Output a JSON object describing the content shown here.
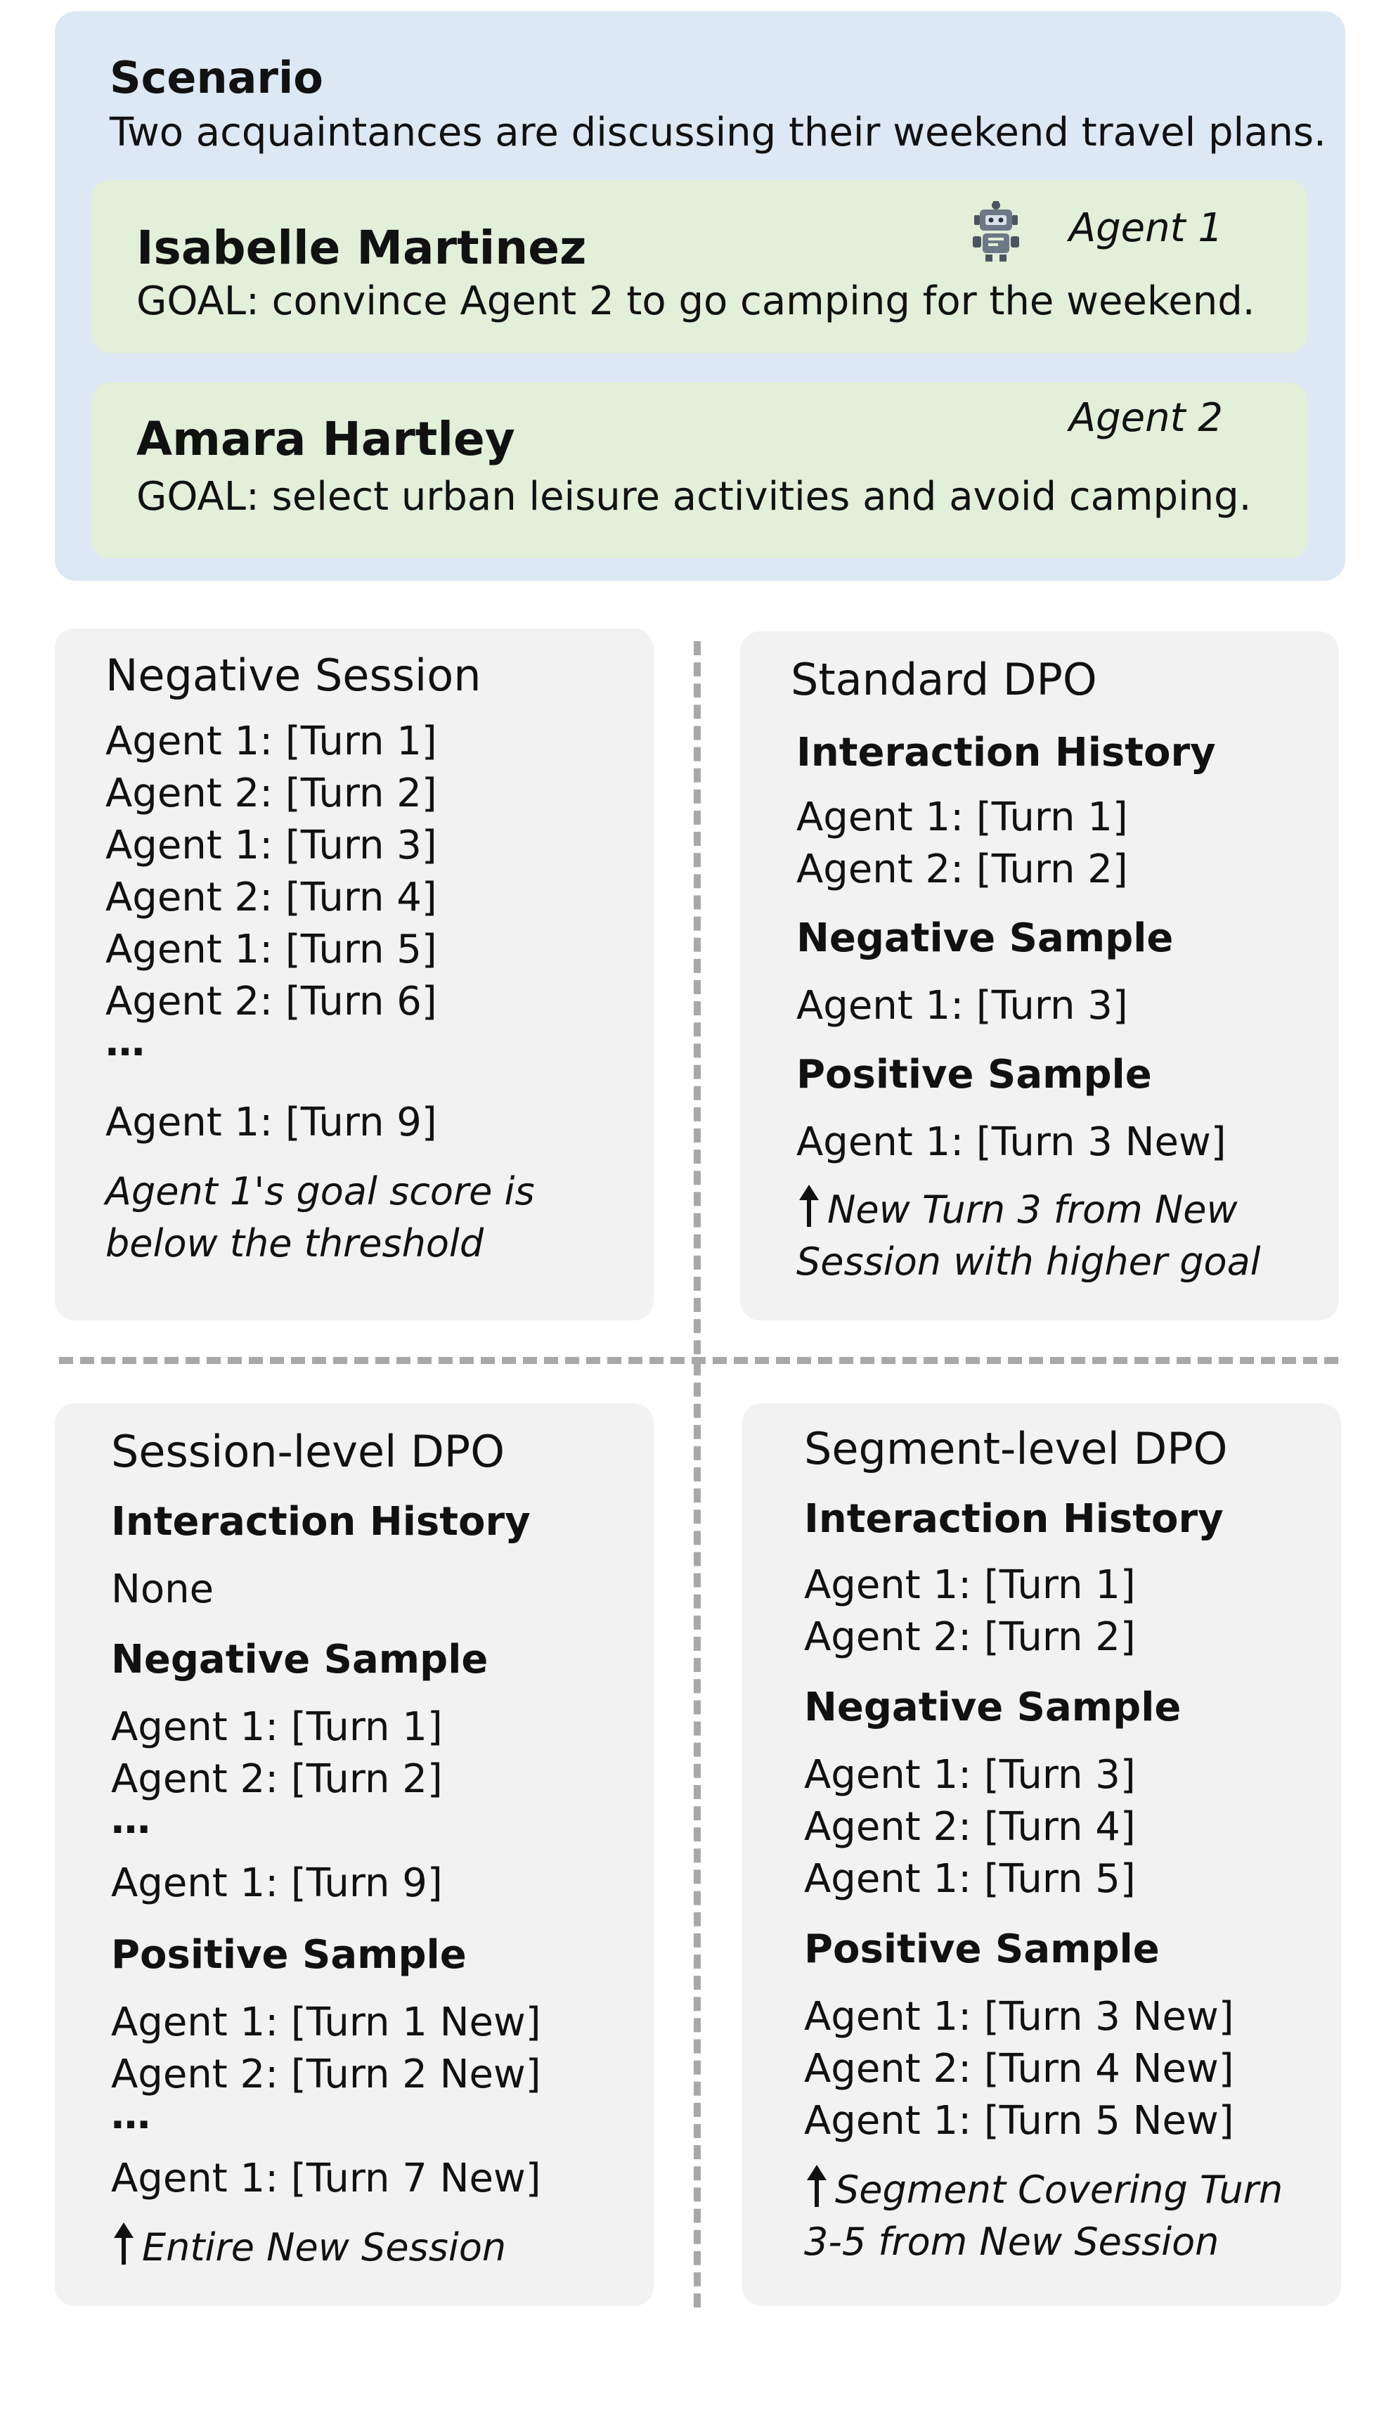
{
  "scenario": {
    "title": "Scenario",
    "description": "Two acquaintances are discussing their weekend travel plans.",
    "agents": [
      {
        "name": "Isabelle Martinez",
        "goal": "GOAL: convince Agent 2 to go camping for the weekend.",
        "tag": "Agent 1",
        "icon": "robot-icon"
      },
      {
        "name": "Amara Hartley",
        "goal": "GOAL: select urban leisure activities and avoid camping.",
        "tag": "Agent 2"
      }
    ]
  },
  "negative_session": {
    "title": "Negative Session",
    "lines": [
      "Agent 1: [Turn 1]",
      "Agent 2: [Turn 2]",
      "Agent 1: [Turn 3]",
      "Agent 2: [Turn 4]",
      "Agent 1: [Turn 5]",
      "Agent 2: [Turn 6]",
      "…",
      "Agent 1: [Turn 9]"
    ],
    "note": [
      "Agent 1's goal score is",
      "below the threshold"
    ]
  },
  "standard_dpo": {
    "title": "Standard DPO",
    "history_head": "Interaction History",
    "history": [
      "Agent 1: [Turn 1]",
      "Agent 2: [Turn 2]"
    ],
    "negative_head": "Negative Sample",
    "negative": [
      "Agent 1: [Turn 3]"
    ],
    "positive_head": "Positive Sample",
    "positive": [
      "Agent 1: [Turn 3 New]"
    ],
    "note": [
      "New Turn 3 from New",
      "Session with higher goal"
    ],
    "note_icon": "up-arrow-icon"
  },
  "session_dpo": {
    "title": "Session-level DPO",
    "history_head": "Interaction History",
    "history": [
      "None"
    ],
    "negative_head": "Negative Sample",
    "negative": [
      "Agent 1: [Turn 1]",
      "Agent 2: [Turn 2]",
      "…",
      "Agent 1: [Turn 9]"
    ],
    "positive_head": "Positive Sample",
    "positive": [
      "Agent 1: [Turn 1 New]",
      "Agent 2: [Turn 2 New]",
      "…",
      "Agent 1: [Turn 7 New]"
    ],
    "note": [
      "Entire New Session"
    ],
    "note_icon": "up-arrow-icon"
  },
  "segment_dpo": {
    "title": "Segment-level DPO",
    "history_head": "Interaction History",
    "history": [
      "Agent 1: [Turn 1]",
      "Agent 2: [Turn 2]"
    ],
    "negative_head": "Negative Sample",
    "negative": [
      "Agent 1: [Turn 3]",
      "Agent 2: [Turn 4]",
      "Agent 1: [Turn 5]"
    ],
    "positive_head": "Positive Sample",
    "positive": [
      "Agent 1: [Turn 3 New]",
      "Agent 2: [Turn 4 New]",
      "Agent 1: [Turn 5 New]"
    ],
    "note": [
      "Segment Covering Turn",
      "3-5 from New Session"
    ],
    "note_icon": "up-arrow-icon"
  }
}
